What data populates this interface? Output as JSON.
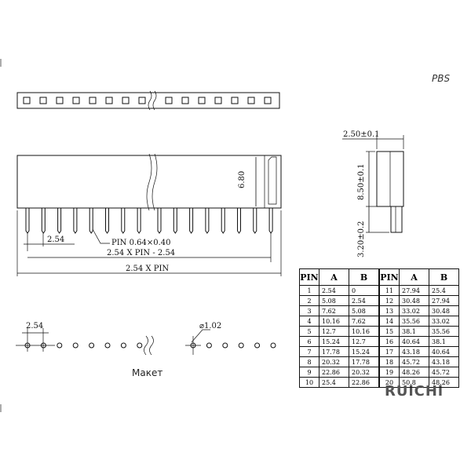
{
  "header": {
    "series_code": "PBS"
  },
  "brand": {
    "logo_text": "RUiCHi"
  },
  "front_view": {
    "dim_pitch": "2.54",
    "dim_pin_size": "PIN 0.64×0.40",
    "dim_span_minus": "2.54 X PIN - 2.54",
    "dim_total": "2.54 X PIN",
    "dim_height": "6.80"
  },
  "side_view": {
    "dim_width": "2.50±0.1",
    "dim_body_height": "8.50±0.1",
    "dim_pin_length": "3.20±0.2"
  },
  "layout_view": {
    "caption": "Макет",
    "dim_pitch": "2.54",
    "dim_hole": "⌀1.02"
  },
  "pin_table": {
    "headers": {
      "pin": "PIN",
      "a": "A",
      "b": "B"
    },
    "rows": [
      {
        "pin": "1",
        "a": "2.54",
        "b": "0",
        "pin2": "11",
        "a2": "27.94",
        "b2": "25.4"
      },
      {
        "pin": "2",
        "a": "5.08",
        "b": "2.54",
        "pin2": "12",
        "a2": "30.48",
        "b2": "27.94"
      },
      {
        "pin": "3",
        "a": "7.62",
        "b": "5.08",
        "pin2": "13",
        "a2": "33.02",
        "b2": "30.48"
      },
      {
        "pin": "4",
        "a": "10.16",
        "b": "7.62",
        "pin2": "14",
        "a2": "35.56",
        "b2": "33.02"
      },
      {
        "pin": "5",
        "a": "12.7",
        "b": "10.16",
        "pin2": "15",
        "a2": "38.1",
        "b2": "35.56"
      },
      {
        "pin": "6",
        "a": "15.24",
        "b": "12.7",
        "pin2": "16",
        "a2": "40.64",
        "b2": "38.1"
      },
      {
        "pin": "7",
        "a": "17.78",
        "b": "15.24",
        "pin2": "17",
        "a2": "43.18",
        "b2": "40.64"
      },
      {
        "pin": "8",
        "a": "20.32",
        "b": "17.78",
        "pin2": "18",
        "a2": "45.72",
        "b2": "43.18"
      },
      {
        "pin": "9",
        "a": "22.86",
        "b": "20.32",
        "pin2": "19",
        "a2": "48.26",
        "b2": "45.72"
      },
      {
        "pin": "10",
        "a": "25.4",
        "b": "22.86",
        "pin2": "20",
        "a2": "50.8",
        "b2": "48.26"
      }
    ]
  }
}
